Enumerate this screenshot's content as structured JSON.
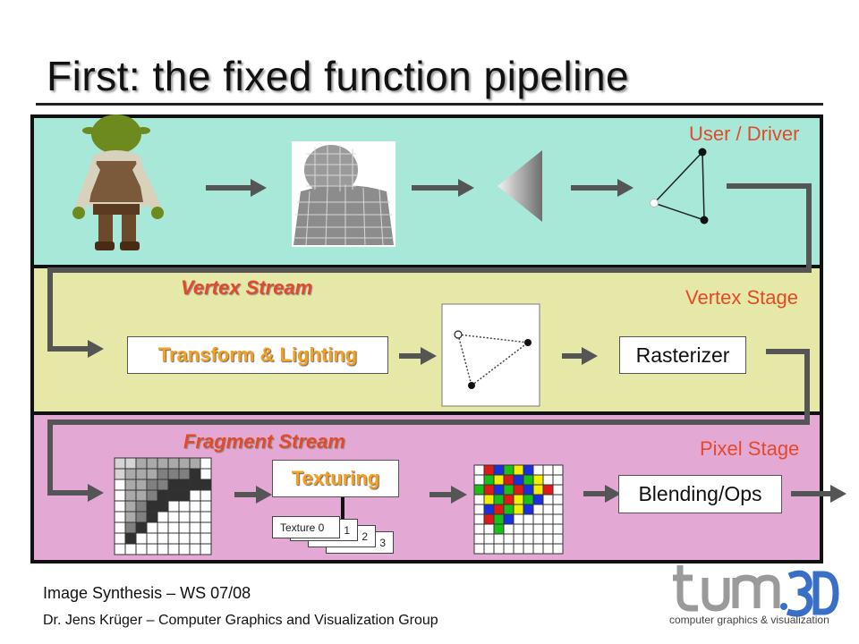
{
  "title": "First: the fixed function pipeline",
  "stages": {
    "user": "User / Driver",
    "vertex": "Vertex Stage",
    "pixel": "Pixel Stage"
  },
  "streams": {
    "vertex": "Vertex Stream",
    "fragment": "Fragment Stream"
  },
  "boxes": {
    "transform_lighting": "Transform & Lighting",
    "rasterizer": "Rasterizer",
    "texturing": "Texturing",
    "blending": "Blending/Ops"
  },
  "textures": [
    "Texture 0",
    "1",
    "2",
    "3"
  ],
  "footer": {
    "course": "Image Synthesis – WS 07/08",
    "author": "Dr. Jens Krüger – Computer Graphics and Visualization Group"
  },
  "logo": {
    "text": "tum.3D",
    "subtitle": "computer graphics & visualization"
  },
  "colors": {
    "user_band": "#a8e8d8",
    "vertex_band": "#e6e8a8",
    "pixel_band": "#e4a8d4",
    "label_red": "#e24a2a",
    "box_orange": "#f5a020",
    "arrow_gray": "#555555"
  }
}
